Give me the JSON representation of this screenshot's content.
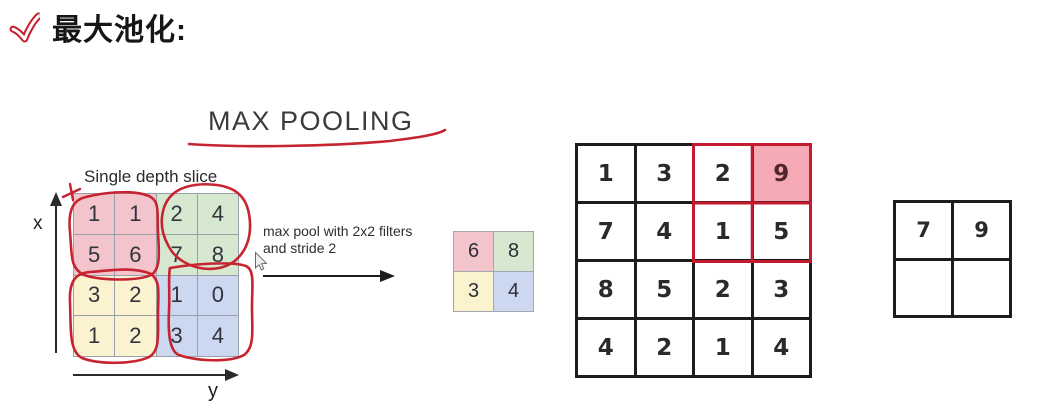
{
  "palette": {
    "pink": "#f3c4cc",
    "green": "#d6e8d0",
    "yellow": "#fbf3d0",
    "blue": "#ccd7f0",
    "white": "#ffffff",
    "highlight_pink": "#f6aab6",
    "annotation_red": "#c62430",
    "highlight_border_red": "#c41a2e",
    "ink_black": "#1d1d1f",
    "text_dark": "#2b2b2b"
  },
  "icons": {
    "title_check": "red-double-check-icon",
    "cursor": "mouse-pointer-icon",
    "x_axis": "up-arrow-axis",
    "y_axis": "right-arrow-axis",
    "operation": "right-arrow"
  },
  "header": {
    "title": "最大池化:"
  },
  "lesson": {
    "heading": "MAX POOLING",
    "slice_label": "Single depth slice",
    "x_axis_label": "x",
    "y_axis_label": "y",
    "op_line1": "max pool with 2x2 filters",
    "op_line2": "and stride 2",
    "input_grid": {
      "rows": [
        [
          1,
          1,
          2,
          4
        ],
        [
          5,
          6,
          7,
          8
        ],
        [
          3,
          2,
          1,
          0
        ],
        [
          1,
          2,
          3,
          4
        ]
      ],
      "cell_colors": [
        [
          "pink",
          "pink",
          "green",
          "green"
        ],
        [
          "pink",
          "pink",
          "green",
          "green"
        ],
        [
          "yellow",
          "yellow",
          "blue",
          "blue"
        ],
        [
          "yellow",
          "yellow",
          "blue",
          "blue"
        ]
      ]
    },
    "pooled_grid": {
      "rows": [
        [
          6,
          8
        ],
        [
          3,
          4
        ]
      ],
      "cell_colors": [
        [
          "pink",
          "green"
        ],
        [
          "yellow",
          "blue"
        ]
      ]
    },
    "example_grid": {
      "rows": [
        [
          1,
          3,
          2,
          9
        ],
        [
          7,
          4,
          1,
          5
        ],
        [
          8,
          5,
          2,
          3
        ],
        [
          4,
          2,
          1,
          4
        ]
      ],
      "cell_colors": [
        [
          "white",
          "white",
          "white",
          "highlight_pink"
        ],
        [
          "white",
          "white",
          "white",
          "white"
        ],
        [
          "white",
          "white",
          "white",
          "white"
        ],
        [
          "white",
          "white",
          "white",
          "white"
        ]
      ]
    },
    "answer_grid": {
      "rows": [
        [
          "7",
          "9"
        ],
        [
          "",
          ""
        ]
      ]
    }
  }
}
